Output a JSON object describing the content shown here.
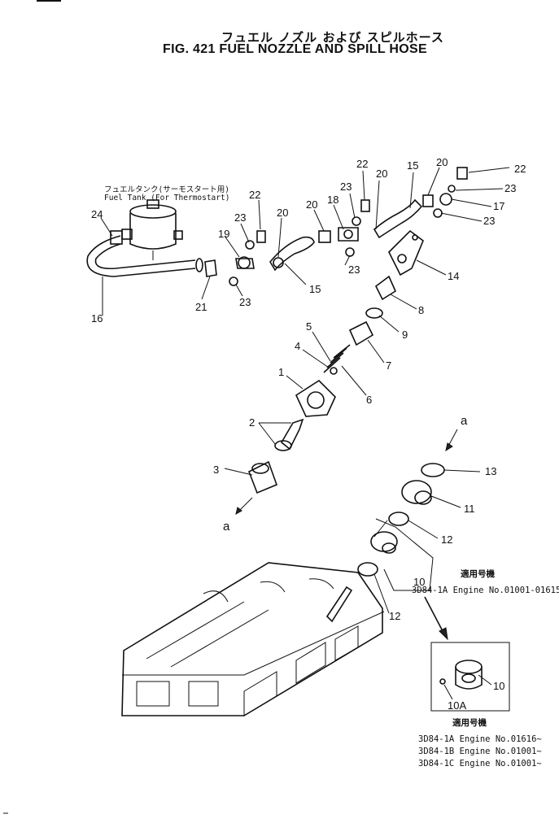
{
  "header": {
    "title_jp": "フュエル ノズル および スピルホース",
    "title_en": "FIG. 421  FUEL NOZZLE AND SPILL HOSE"
  },
  "tank_label": {
    "jp": "フュエルタンク(サーモスタート用)",
    "en": "Fuel Tank (For Thermostart)"
  },
  "callouts": [
    "24",
    "22",
    "23",
    "19",
    "20",
    "20",
    "18",
    "23",
    "22",
    "20",
    "15",
    "20",
    "22",
    "23",
    "17",
    "23",
    "14",
    "8",
    "9",
    "7",
    "5",
    "4",
    "1",
    "6",
    "21",
    "23",
    "16",
    "15",
    "23",
    "2",
    "3",
    "a",
    "a",
    "13",
    "11",
    "12",
    "10",
    "12",
    "10",
    "10A"
  ],
  "applicability_1": {
    "heading": "適用号機",
    "line": "3D84-1A Engine No.01001-01615"
  },
  "applicability_2": {
    "heading": "適用号機",
    "lines": [
      "3D84-1A Engine No.01616~",
      "3D84-1B Engine No.01001~",
      "3D84-1C Engine No.01001~"
    ]
  }
}
